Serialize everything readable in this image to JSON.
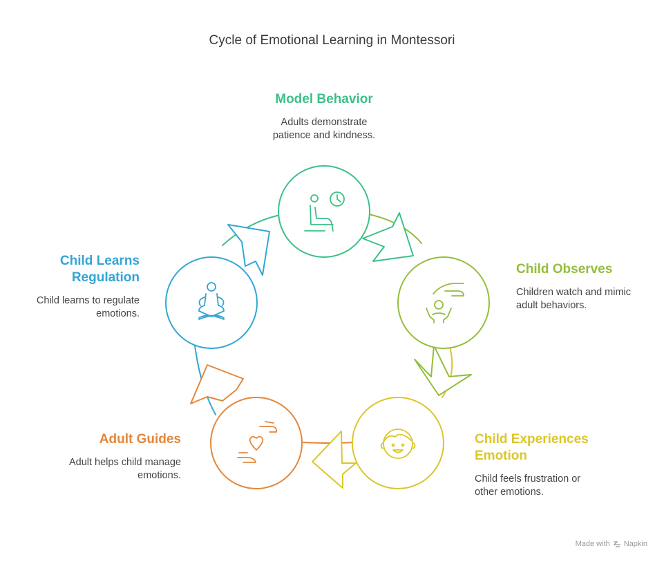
{
  "title": "Cycle of Emotional Learning in Montessori",
  "colors": {
    "model": "#3cc087",
    "observe": "#94bd3c",
    "experience": "#dcc629",
    "guide": "#e2873c",
    "regulate": "#32a6d4"
  },
  "stages": [
    {
      "title": "Model Behavior",
      "desc_line1": "Adults demonstrate",
      "desc_line2": "patience and kindness.",
      "icon": "adult-clock-icon"
    },
    {
      "title": "Child Observes",
      "desc_line1": "Children watch and mimic",
      "desc_line2": "adult behaviors.",
      "icon": "child-watching-icon"
    },
    {
      "title_line1": "Child Experiences",
      "title_line2": "Emotion",
      "desc_line1": "Child feels frustration or",
      "desc_line2": "other emotions.",
      "icon": "child-face-icon"
    },
    {
      "title": "Adult Guides",
      "desc_line1": "Adult helps child manage",
      "desc_line2": "emotions.",
      "icon": "hands-heart-icon"
    },
    {
      "title_line1": "Child Learns",
      "title_line2": "Regulation",
      "desc_line1": "Child learns to regulate",
      "desc_line2": "emotions.",
      "icon": "meditation-icon"
    }
  ],
  "credit": {
    "prefix": "Made with",
    "brand": "Napkin"
  }
}
